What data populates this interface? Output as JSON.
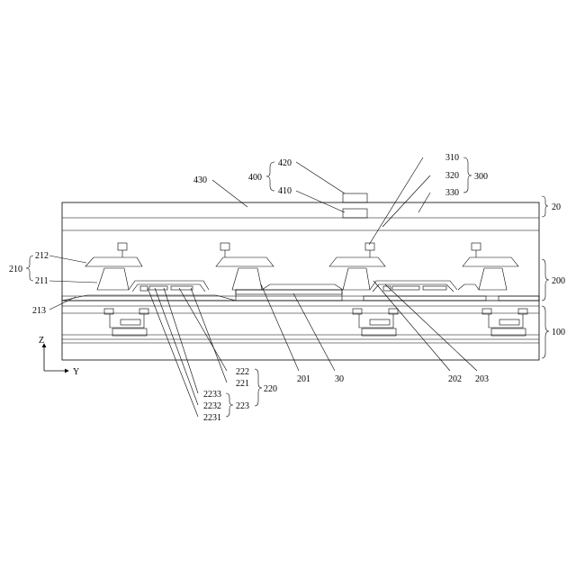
{
  "labels": {
    "n420": "420",
    "n410": "410",
    "n400": "400",
    "n430": "430",
    "n310": "310",
    "n320": "320",
    "n330": "330",
    "n300": "300",
    "n20": "20",
    "n200": "200",
    "n100": "100",
    "n212": "212",
    "n210": "210",
    "n211": "211",
    "n213": "213",
    "n201": "201",
    "n30": "30",
    "n202": "202",
    "n203": "203",
    "n222": "222",
    "n221": "221",
    "n220": "220",
    "n2233": "2233",
    "n2232": "2232",
    "n223": "223",
    "n2231": "2231",
    "axis_z": "Z",
    "axis_y": "Y"
  }
}
